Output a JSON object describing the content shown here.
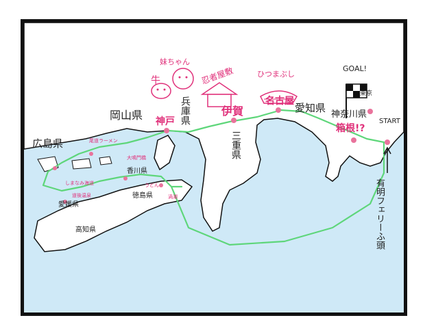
{
  "prefectures": {
    "hiroshima": "広島県",
    "okayama": "岡山県",
    "hyogo": "兵庫県",
    "mie": "三重県",
    "aichi": "愛知県",
    "kanagawa": "神奈川県",
    "kagawa": "香川県",
    "tokushima": "徳島県",
    "ehime": "愛媛県",
    "kochi": "高知県"
  },
  "places": {
    "kobe": "神戸",
    "iga": "伊賀",
    "nagoya": "名古屋",
    "hakone": "箱根!?",
    "tokyo": "東京"
  },
  "notes": {
    "imouto": "妹ちゃん",
    "ushi": "牛",
    "ninja": "忍者屋敷",
    "hitsumabushi": "ひつまぶし",
    "goal": "GOAL!",
    "start": "START",
    "ferry": "有明フェリーふ頭",
    "hiroshima_left": "尾道ラーメン",
    "shikoku_notes": [
      "しまなみ海道",
      "道後温泉",
      "うどん",
      "大鳴門橋",
      "渦潮"
    ]
  },
  "colors": {
    "sea": "#cfe9f7",
    "land": "#ffffff",
    "route": "#5ed67a",
    "city_dot": "#e9739c",
    "accent": "#e0307a",
    "frame": "#111111"
  }
}
